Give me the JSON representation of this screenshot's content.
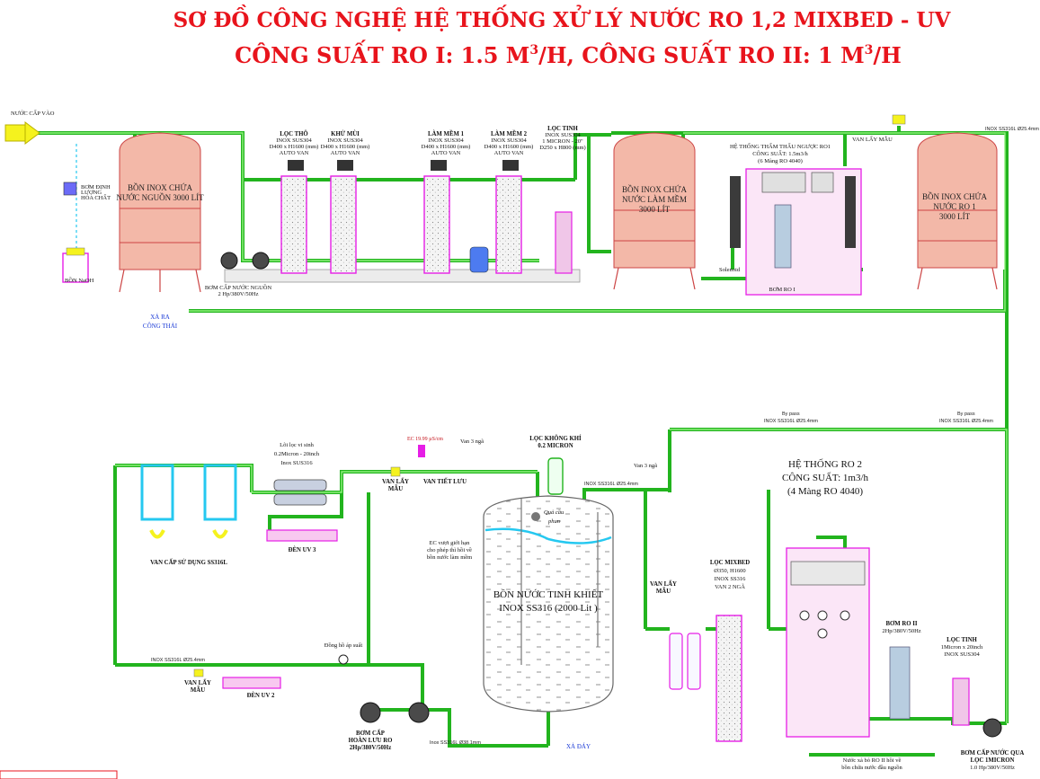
{
  "title": {
    "line1": "SƠ ĐỒ CÔNG NGHỆ   HỆ THỐNG XỬ LÝ NƯỚC RO 1,2 MIXBED - UV",
    "line2_part1": "CÔNG SUẤT RO I: 1.5 M",
    "line2_sup1": "3",
    "line2_part2": "/H, CÔNG SUẤT RO II: 1 M",
    "line2_sup2": "3",
    "line2_part3": "/H"
  },
  "inlet": {
    "label": "NƯỚC CẤP VÀO"
  },
  "dosing": {
    "pump_label": [
      "BƠM ĐỊNH",
      "LƯỢNG",
      "HÓA CHẤT"
    ],
    "tank_label": "BỒN NaOH"
  },
  "drain": {
    "label1": "XẢ RA",
    "label2": "CÔNG THẢI",
    "xa_day": "XẢ ĐÁY"
  },
  "tanks": {
    "source": [
      "BỒN INOX CHỨA",
      "NƯỚC NGUỒN 3000 LÍT"
    ],
    "soft": [
      "BỒN INOX CHỨA",
      "NƯỚC LÀM MỀM",
      "3000 LÍT"
    ],
    "ro1": [
      "BỒN INOX CHỨA",
      "NƯỚC RO 1",
      "3000 LÍT"
    ],
    "pure": [
      "BỒN NƯỚC TINH KHIẾT",
      "INOX SS316 (2000 Lit )"
    ]
  },
  "filters": {
    "coarse": [
      "LỌC THÔ",
      "INOX SUS304",
      "D400 x H1600 (mm)",
      "AUTO VAN"
    ],
    "deodor": [
      "KHỬ MÙI",
      "INOX SUS304",
      "D400 x H1600 (mm)",
      "AUTO VAN"
    ],
    "soft1": [
      "LÀM MỀM 1",
      "INOX SUS304",
      "D400 x H1600 (mm)",
      "AUTO VAN"
    ],
    "soft2": [
      "LÀM MỀM 2",
      "INOX SUS304",
      "D400 x H1600 (mm)",
      "AUTO VAN"
    ],
    "fine": [
      "LỌC TINH",
      "INOX SUS304",
      "1 MICRON - 20\"",
      "D250 x H800 (mm)"
    ],
    "fine2": [
      "LỌC TINH",
      "1Micron x 20inch",
      "INOX SUS304"
    ],
    "mixbed": [
      "LỌC MIXBED",
      "Ø350, H1600",
      "INOX SS316",
      "VAN 2 NGÃ"
    ],
    "micro": [
      "Lõi lọc vi sinh",
      "0.2Micron - 20inch",
      "Inox SUS316"
    ],
    "air": [
      "LỌC KHÔNG KHÍ",
      "0.2 MICRON"
    ]
  },
  "ro1": {
    "title": "HỆ THỐNG THẨM THẤU NGƯỢC RO1",
    "cap": "CÔNG SUẤT: 1.5m3/h",
    "mem": "(6 Màng RO 4040)",
    "pump": "BƠM RO I"
  },
  "ro2": {
    "title": "HỆ THỐNG RO 2",
    "cap": "CÔNG SUẤT: 1m3/h",
    "mem": "(4 Màng RO 4040)",
    "pump": [
      "BƠM RO II",
      "2Hp/380V/50Hz"
    ]
  },
  "pumps": {
    "feed": [
      "BƠM CẤP NƯỚC NGUỒN",
      "2 Hp/380V/50Hz"
    ],
    "circ": [
      "BƠM CẤP",
      "HOÀN LƯU RO",
      "2Hp/380V/50Hz"
    ],
    "ro2feed": [
      "BƠM CẤP NƯỚC QUA",
      "LỌC 1MICRON",
      "1.0 Hp/380V/50Hz"
    ]
  },
  "valves": {
    "sample": "VAN LẤY MẪU",
    "sample_a": "VAN LẤY",
    "sample_b": "MẪU",
    "save": "VAN TIẾT LƯU",
    "three_way": "Van 3 ngã",
    "use": "VAN CẤP SỬ DỤNG SS316L"
  },
  "uv": {
    "uv3": "ĐÈN UV 3",
    "uv2": "ĐÈN UV 2"
  },
  "sensors": {
    "ec": "EC 19.99 µS/cm",
    "gauge": "Đồng hồ áp suất",
    "ball": [
      "Quả cầu",
      "phun"
    ],
    "ec_note": [
      "EC vượt giới hạn",
      "cho phép thì hồi về",
      "bồn nước làm mềm"
    ],
    "ro2_note": [
      "Nước xả bỏ RO II hồi về",
      "bồn chứa nước đầu nguồn"
    ]
  },
  "pipes": {
    "p254": "INOX SS316L Ø25.4mm",
    "p381": "Inox SS316L Ø38.1mm",
    "bypass": "By pass",
    "inox304": "INOX SUS304",
    "solenoid": "Solenoid"
  },
  "colors": {
    "pipe": "#22b41e",
    "magenta": "#e61ee6",
    "title": "#e8141c",
    "tank": "#f3b8a8",
    "flow": "#25c8f0"
  }
}
